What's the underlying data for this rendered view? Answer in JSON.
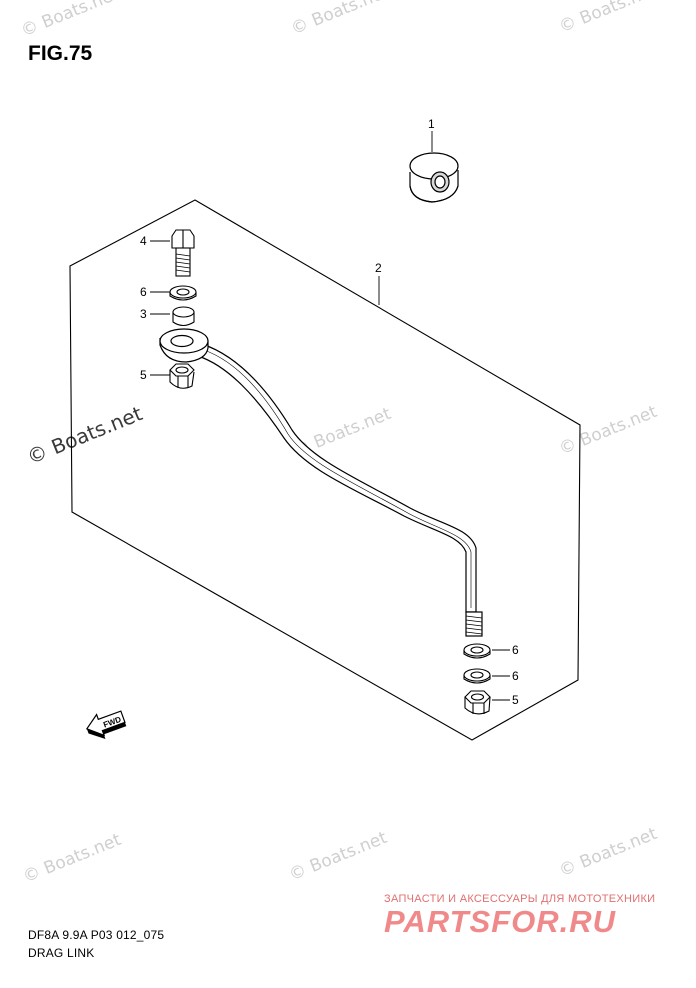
{
  "figure": {
    "title": "FIG.75",
    "code": "DF8A 9.9A P03 012_075",
    "name": "DRAG LINK"
  },
  "callouts": [
    "1",
    "2",
    "4",
    "6",
    "3",
    "5",
    "6",
    "6",
    "5"
  ],
  "fwd_label": "FWD",
  "watermarks": {
    "text": "© Boats.net"
  },
  "brand": {
    "sub": "ЗАПЧАСТИ И АКСЕССУАРЫ ДЛЯ МОТОТЕХНИКИ",
    "main": "PARTSFOR.RU"
  },
  "colors": {
    "line": "#000000",
    "watermark": "#cfcfcf",
    "brand": "#f08a8a"
  }
}
